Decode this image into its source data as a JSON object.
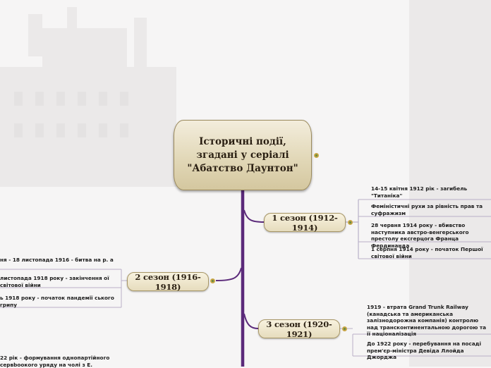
{
  "central": {
    "title": "Історичні події, згадані у серіалі \"Абатство Даунтон\""
  },
  "season1": {
    "label": "1 сезон (1912-1914)",
    "events": [
      "14-15 квітня 1912 рік - загибель \"Титаніка\"",
      "Феміністичні рухи за рівність прав та суфражизм",
      "28 червня 1914 року - вбивство наступника австро-венгерського престолу ексгерцога Франца Фердинанда",
      "1 серпня 1914 року - початок Першої світової війни"
    ]
  },
  "season2": {
    "label": "2 сезон (1916-1918)",
    "events": [
      "ня - 18 листопада 1916 - битва на р. а",
      "листопада 1918 року - закінчення ої світової війни",
      "ь 1918 року - початок пандемії ського грипу"
    ]
  },
  "season3": {
    "label": "3 сезон (1920-1921)",
    "events": [
      "1919 - втрата Grand Trunk Railway (канадська та американська залізнодорожна компанія) контролю над трансконтинентальною дорогою та її націоналізація",
      "До 1922 року - перебування на посаді прем'єр-міністра Девіда Ллойда Джорджа"
    ]
  },
  "partial": {
    "text": "22 рік - формування однопартійного сервbooкого уряду на чолі з Е."
  },
  "colors": {
    "trunk": "#5b2a7a",
    "branch": "#b9b0c8",
    "node_fill": "#e6dcbd",
    "node_border": "#a89767"
  }
}
